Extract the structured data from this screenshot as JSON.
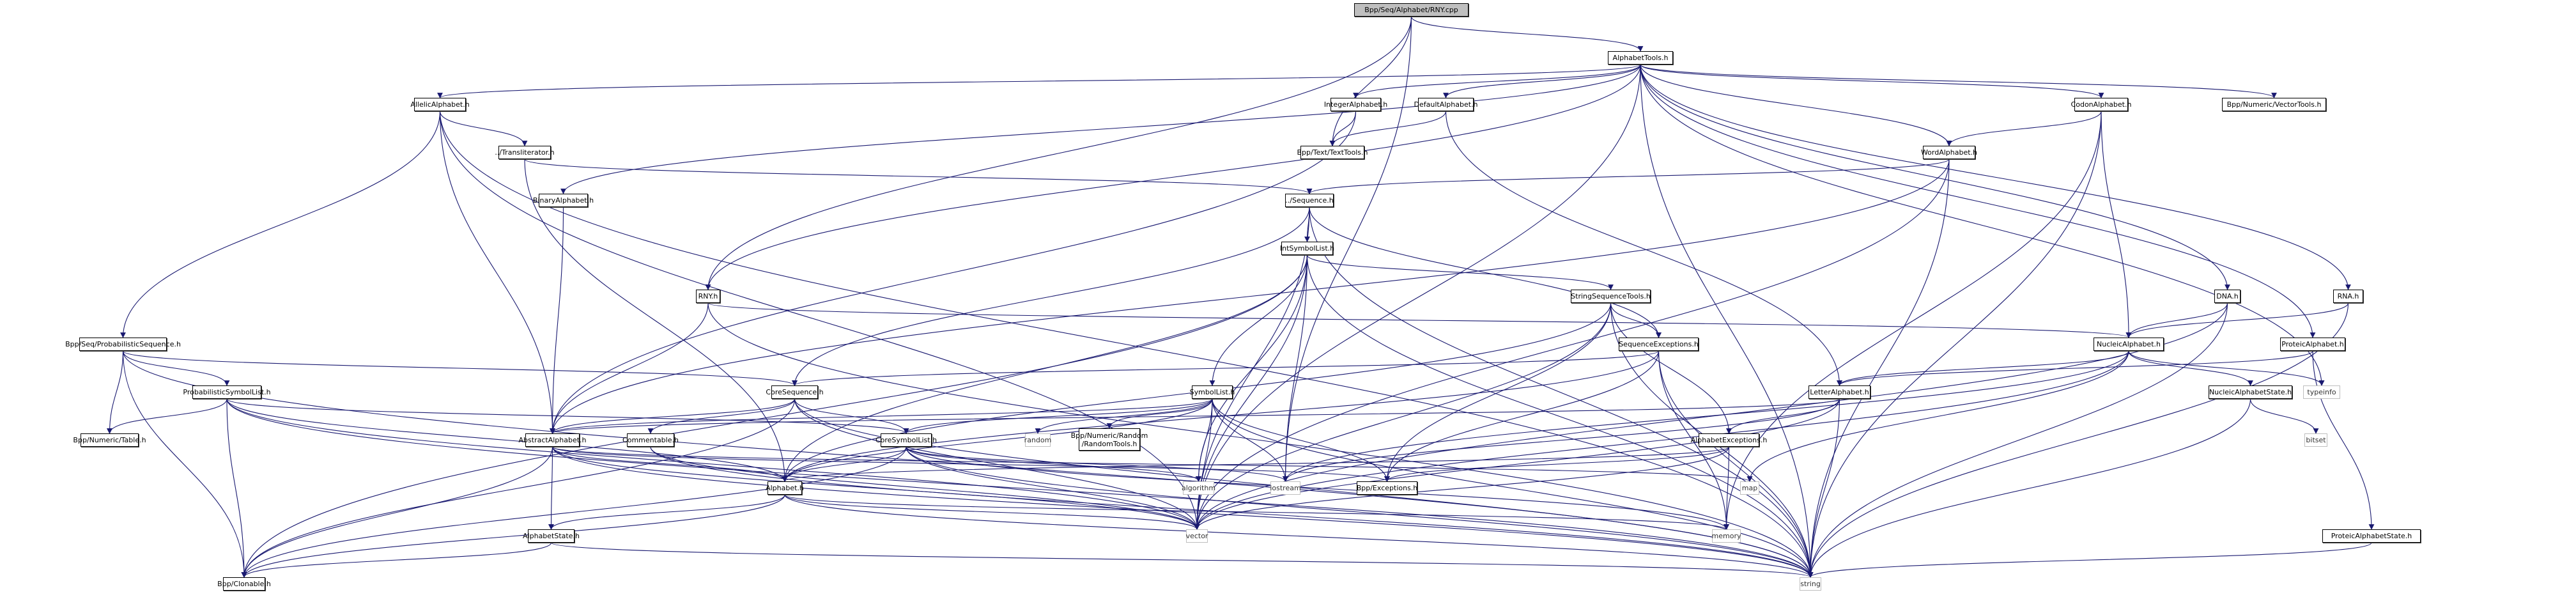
{
  "diagram": {
    "type": "include-dependency-graph",
    "colors": {
      "edge": "#191970",
      "root_fill": "#bfbfbf",
      "node_border": "#000000",
      "system_border": "#bfbfbf"
    },
    "nodes": [
      {
        "id": "rny",
        "label": "Bpp/Seq/Alphabet/RNY.cpp",
        "kind": "root"
      },
      {
        "id": "alphabettools",
        "label": "AlphabetTools.h",
        "kind": "project"
      },
      {
        "id": "allelic",
        "label": "AllelicAlphabet.h",
        "kind": "project"
      },
      {
        "id": "integer",
        "label": "IntegerAlphabet.h",
        "kind": "project"
      },
      {
        "id": "default",
        "label": "DefaultAlphabet.h",
        "kind": "project"
      },
      {
        "id": "codon",
        "label": "CodonAlphabet.h",
        "kind": "project"
      },
      {
        "id": "vectortools",
        "label": "Bpp/Numeric/VectorTools.h",
        "kind": "project"
      },
      {
        "id": "transliterator",
        "label": "../Transliterator.h",
        "kind": "project"
      },
      {
        "id": "texttools",
        "label": "Bpp/Text/TextTools.h",
        "kind": "project"
      },
      {
        "id": "word",
        "label": "WordAlphabet.h",
        "kind": "project"
      },
      {
        "id": "binary",
        "label": "BinaryAlphabet.h",
        "kind": "project"
      },
      {
        "id": "sequence",
        "label": "../Sequence.h",
        "kind": "project"
      },
      {
        "id": "intsymbollist",
        "label": "IntSymbolList.h",
        "kind": "project"
      },
      {
        "id": "rnyh",
        "label": "RNY.h",
        "kind": "project"
      },
      {
        "id": "stringseqtools",
        "label": "StringSequenceTools.h",
        "kind": "project"
      },
      {
        "id": "dna",
        "label": "DNA.h",
        "kind": "project"
      },
      {
        "id": "rna",
        "label": "RNA.h",
        "kind": "project"
      },
      {
        "id": "probseq",
        "label": "Bpp/Seq/ProbabilisticSequence.h",
        "kind": "project"
      },
      {
        "id": "seqexceptions",
        "label": "SequenceExceptions.h",
        "kind": "project"
      },
      {
        "id": "nucleic",
        "label": "NucleicAlphabet.h",
        "kind": "project"
      },
      {
        "id": "proteic",
        "label": "ProteicAlphabet.h",
        "kind": "project"
      },
      {
        "id": "probsymlist",
        "label": "ProbabilisticSymbolList.h",
        "kind": "project"
      },
      {
        "id": "coresequence",
        "label": "CoreSequence.h",
        "kind": "project"
      },
      {
        "id": "symbollist",
        "label": "SymbolList.h",
        "kind": "project"
      },
      {
        "id": "letter",
        "label": "LetterAlphabet.h",
        "kind": "project"
      },
      {
        "id": "nucleicstate",
        "label": "NucleicAlphabetState.h",
        "kind": "project"
      },
      {
        "id": "typeinfo",
        "label": "typeinfo",
        "kind": "system"
      },
      {
        "id": "table",
        "label": "Bpp/Numeric/Table.h",
        "kind": "project"
      },
      {
        "id": "abstractalphabet",
        "label": "AbstractAlphabet.h",
        "kind": "project"
      },
      {
        "id": "commentable",
        "label": "Commentable.h",
        "kind": "project"
      },
      {
        "id": "coresymbollist",
        "label": "CoreSymbolList.h",
        "kind": "project"
      },
      {
        "id": "random",
        "label": "random",
        "kind": "system"
      },
      {
        "id": "randomtools",
        "label": "Bpp/Numeric/Random\n/RandomTools.h",
        "kind": "project"
      },
      {
        "id": "alphabetexceptions",
        "label": "AlphabetExceptions.h",
        "kind": "project"
      },
      {
        "id": "bitset",
        "label": "bitset",
        "kind": "system"
      },
      {
        "id": "alphabet",
        "label": "Alphabet.h",
        "kind": "project"
      },
      {
        "id": "algorithm",
        "label": "algorithm",
        "kind": "system"
      },
      {
        "id": "iostream",
        "label": "iostream",
        "kind": "system"
      },
      {
        "id": "exceptions",
        "label": "Bpp/Exceptions.h",
        "kind": "project"
      },
      {
        "id": "map",
        "label": "map",
        "kind": "system"
      },
      {
        "id": "alphabetstate",
        "label": "AlphabetState.h",
        "kind": "project"
      },
      {
        "id": "vector",
        "label": "vector",
        "kind": "system"
      },
      {
        "id": "memory",
        "label": "memory",
        "kind": "system"
      },
      {
        "id": "proteicstate",
        "label": "ProteicAlphabetState.h",
        "kind": "project"
      },
      {
        "id": "clonable",
        "label": "Bpp/Clonable.h",
        "kind": "project"
      },
      {
        "id": "string",
        "label": "string",
        "kind": "system"
      }
    ],
    "edges": [
      [
        "rny",
        "alphabettools"
      ],
      [
        "rny",
        "texttools"
      ],
      [
        "rny",
        "iostream"
      ],
      [
        "rny",
        "rnyh"
      ],
      [
        "alphabettools",
        "allelic"
      ],
      [
        "alphabettools",
        "integer"
      ],
      [
        "alphabettools",
        "default"
      ],
      [
        "alphabettools",
        "codon"
      ],
      [
        "alphabettools",
        "vectortools"
      ],
      [
        "alphabettools",
        "word"
      ],
      [
        "alphabettools",
        "binary"
      ],
      [
        "alphabettools",
        "dna"
      ],
      [
        "alphabettools",
        "rna"
      ],
      [
        "alphabettools",
        "proteic"
      ],
      [
        "alphabettools",
        "typeinfo"
      ],
      [
        "alphabettools",
        "string"
      ],
      [
        "alphabettools",
        "vector"
      ],
      [
        "alphabettools",
        "rnyh"
      ],
      [
        "allelic",
        "transliterator"
      ],
      [
        "allelic",
        "probseq"
      ],
      [
        "allelic",
        "abstractalphabet"
      ],
      [
        "allelic",
        "vector"
      ],
      [
        "allelic",
        "string"
      ],
      [
        "integer",
        "texttools"
      ],
      [
        "integer",
        "abstractalphabet"
      ],
      [
        "default",
        "texttools"
      ],
      [
        "default",
        "letter"
      ],
      [
        "codon",
        "word"
      ],
      [
        "codon",
        "nucleic"
      ],
      [
        "codon",
        "string"
      ],
      [
        "codon",
        "memory"
      ],
      [
        "transliterator",
        "sequence"
      ],
      [
        "transliterator",
        "alphabet"
      ],
      [
        "word",
        "sequence"
      ],
      [
        "word",
        "abstractalphabet"
      ],
      [
        "word",
        "string"
      ],
      [
        "word",
        "vector"
      ],
      [
        "binary",
        "abstractalphabet"
      ],
      [
        "sequence",
        "intsymbollist"
      ],
      [
        "sequence",
        "coresequence"
      ],
      [
        "sequence",
        "seqexceptions"
      ],
      [
        "sequence",
        "string"
      ],
      [
        "sequence",
        "vector"
      ],
      [
        "intsymbollist",
        "symbollist"
      ],
      [
        "intsymbollist",
        "stringseqtools"
      ],
      [
        "intsymbollist",
        "alphabet"
      ],
      [
        "intsymbollist",
        "clonable"
      ],
      [
        "intsymbollist",
        "string"
      ],
      [
        "intsymbollist",
        "vector"
      ],
      [
        "intsymbollist",
        "iostream"
      ],
      [
        "intsymbollist",
        "algorithm"
      ],
      [
        "rnyh",
        "nucleic"
      ],
      [
        "rnyh",
        "abstractalphabet"
      ],
      [
        "rnyh",
        "string"
      ],
      [
        "stringseqtools",
        "seqexceptions"
      ],
      [
        "stringseqtools",
        "alphabetexceptions"
      ],
      [
        "stringseqtools",
        "exceptions"
      ],
      [
        "stringseqtools",
        "alphabet"
      ],
      [
        "stringseqtools",
        "string"
      ],
      [
        "stringseqtools",
        "vector"
      ],
      [
        "dna",
        "nucleic"
      ],
      [
        "dna",
        "string"
      ],
      [
        "dna",
        "vector"
      ],
      [
        "rna",
        "nucleic"
      ],
      [
        "rna",
        "string"
      ],
      [
        "probseq",
        "coresequence"
      ],
      [
        "probseq",
        "probsymlist"
      ],
      [
        "probseq",
        "table"
      ],
      [
        "probseq",
        "clonable"
      ],
      [
        "probseq",
        "string"
      ],
      [
        "seqexceptions",
        "coresequence"
      ],
      [
        "seqexceptions",
        "exceptions"
      ],
      [
        "seqexceptions",
        "alphabet"
      ],
      [
        "seqexceptions",
        "string"
      ],
      [
        "seqexceptions",
        "memory"
      ],
      [
        "nucleic",
        "letter"
      ],
      [
        "nucleic",
        "nucleicstate"
      ],
      [
        "nucleic",
        "typeinfo"
      ],
      [
        "nucleic",
        "map"
      ],
      [
        "nucleic",
        "iostream"
      ],
      [
        "nucleic",
        "vector"
      ],
      [
        "proteic",
        "letter"
      ],
      [
        "proteic",
        "proteicstate"
      ],
      [
        "probsymlist",
        "coresymbollist"
      ],
      [
        "probsymlist",
        "table"
      ],
      [
        "probsymlist",
        "alphabet"
      ],
      [
        "probsymlist",
        "clonable"
      ],
      [
        "probsymlist",
        "string"
      ],
      [
        "probsymlist",
        "vector"
      ],
      [
        "coresequence",
        "abstractalphabet"
      ],
      [
        "coresequence",
        "commentable"
      ],
      [
        "coresequence",
        "coresymbollist"
      ],
      [
        "coresequence",
        "clonable"
      ],
      [
        "coresequence",
        "string"
      ],
      [
        "coresequence",
        "vector"
      ],
      [
        "symbollist",
        "coresymbollist"
      ],
      [
        "symbollist",
        "random"
      ],
      [
        "symbollist",
        "randomtools"
      ],
      [
        "symbollist",
        "algorithm"
      ],
      [
        "symbollist",
        "iostream"
      ],
      [
        "symbollist",
        "exceptions"
      ],
      [
        "symbollist",
        "alphabet"
      ],
      [
        "symbollist",
        "abstractalphabet"
      ],
      [
        "symbollist",
        "string"
      ],
      [
        "symbollist",
        "vector"
      ],
      [
        "letter",
        "alphabetexceptions"
      ],
      [
        "letter",
        "abstractalphabet"
      ],
      [
        "letter",
        "iostream"
      ],
      [
        "letter",
        "string"
      ],
      [
        "letter",
        "vector"
      ],
      [
        "nucleicstate",
        "bitset"
      ],
      [
        "nucleicstate",
        "string"
      ],
      [
        "abstractalphabet",
        "alphabet"
      ],
      [
        "abstractalphabet",
        "alphabetstate"
      ],
      [
        "abstractalphabet",
        "exceptions"
      ],
      [
        "abstractalphabet",
        "map"
      ],
      [
        "abstractalphabet",
        "string"
      ],
      [
        "abstractalphabet",
        "vector"
      ],
      [
        "abstractalphabet",
        "clonable"
      ],
      [
        "commentable",
        "string"
      ],
      [
        "commentable",
        "vector"
      ],
      [
        "coresymbollist",
        "alphabet"
      ],
      [
        "coresymbollist",
        "clonable"
      ],
      [
        "coresymbollist",
        "algorithm"
      ],
      [
        "coresymbollist",
        "iostream"
      ],
      [
        "coresymbollist",
        "string"
      ],
      [
        "coresymbollist",
        "vector"
      ],
      [
        "coresymbollist",
        "memory"
      ],
      [
        "alphabetexceptions",
        "alphabet"
      ],
      [
        "alphabetexceptions",
        "exceptions"
      ],
      [
        "alphabetexceptions",
        "memory"
      ],
      [
        "alphabetexceptions",
        "vector"
      ],
      [
        "alphabet",
        "alphabetstate"
      ],
      [
        "alphabet",
        "clonable"
      ],
      [
        "alphabet",
        "string"
      ],
      [
        "alphabet",
        "vector"
      ],
      [
        "alphabet",
        "memory"
      ],
      [
        "alphabetstate",
        "clonable"
      ],
      [
        "alphabetstate",
        "string"
      ],
      [
        "proteicstate",
        "string"
      ]
    ]
  }
}
